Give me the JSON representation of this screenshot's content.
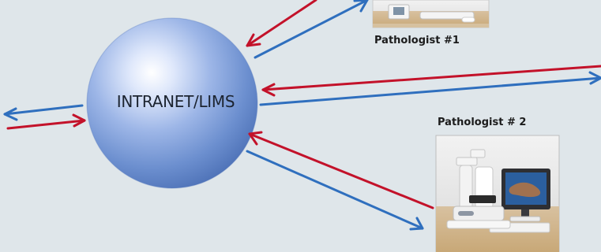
{
  "diagram": {
    "hub": {
      "label": "INTRANET/LIMS"
    },
    "nodes": {
      "pathologist_1": {
        "label": "Pathologist #1"
      },
      "pathologist_2": {
        "label": "Pathologist # 2"
      }
    },
    "colors": {
      "background": "#dfe6ea",
      "arrow_red": "#c3122a",
      "arrow_blue": "#2f6fbe",
      "sphere": "#7fa0d8"
    },
    "icons": {
      "pathologist_1_image": "workstation-photo",
      "pathologist_2_image": "microscope-workstation-photo"
    }
  }
}
